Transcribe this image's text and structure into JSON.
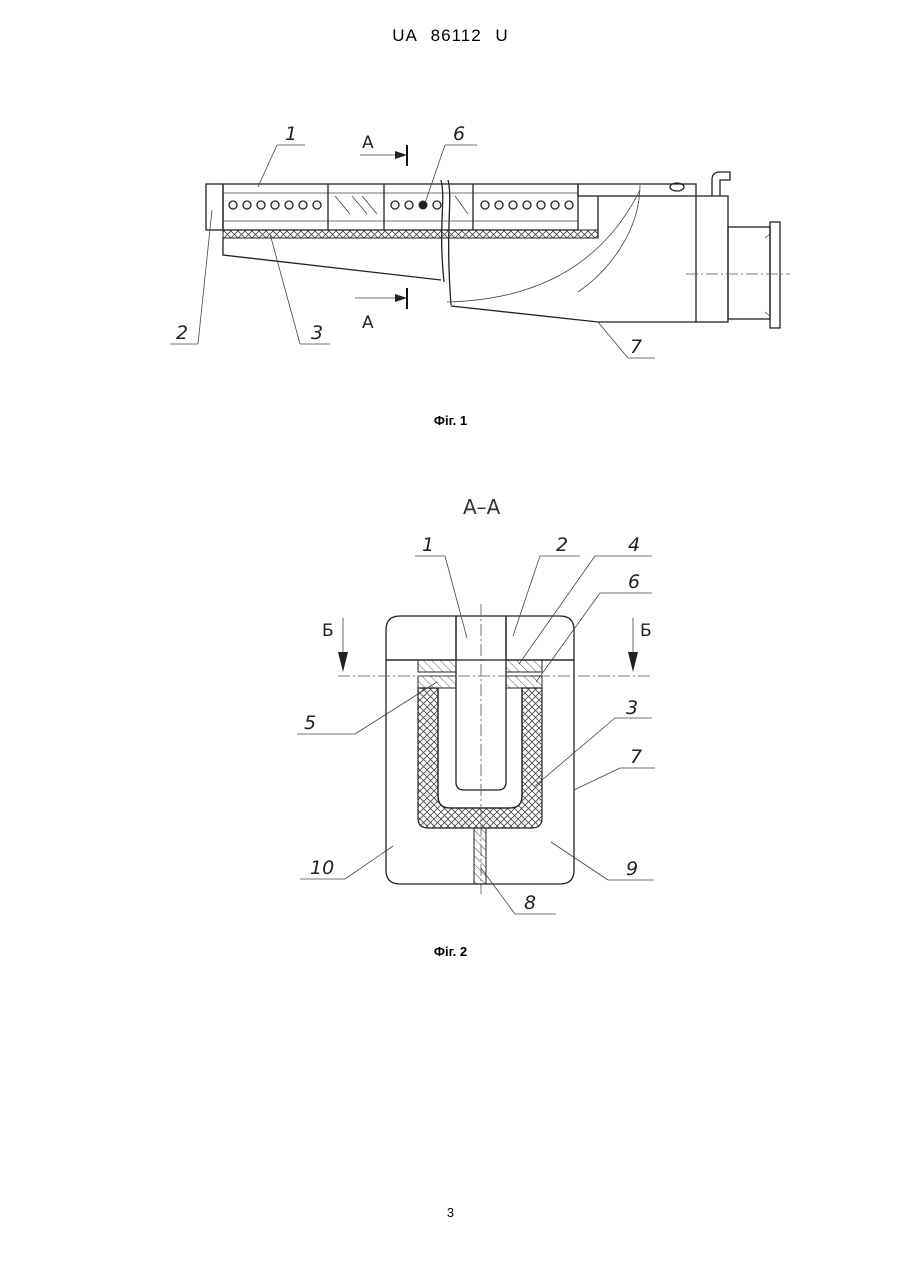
{
  "header": {
    "doc_number": "UA   86112   U"
  },
  "figure1": {
    "caption": "Фіг. 1",
    "section_mark": "A",
    "callouts": [
      "1",
      "6",
      "2",
      "3",
      "7"
    ]
  },
  "figure2": {
    "caption": "Фіг. 2",
    "section_title": "A–A",
    "section_mark": "Б",
    "callouts": [
      "1",
      "2",
      "4",
      "6",
      "5",
      "3",
      "7",
      "10",
      "9",
      "8"
    ]
  },
  "footer": {
    "page_number": "3"
  }
}
